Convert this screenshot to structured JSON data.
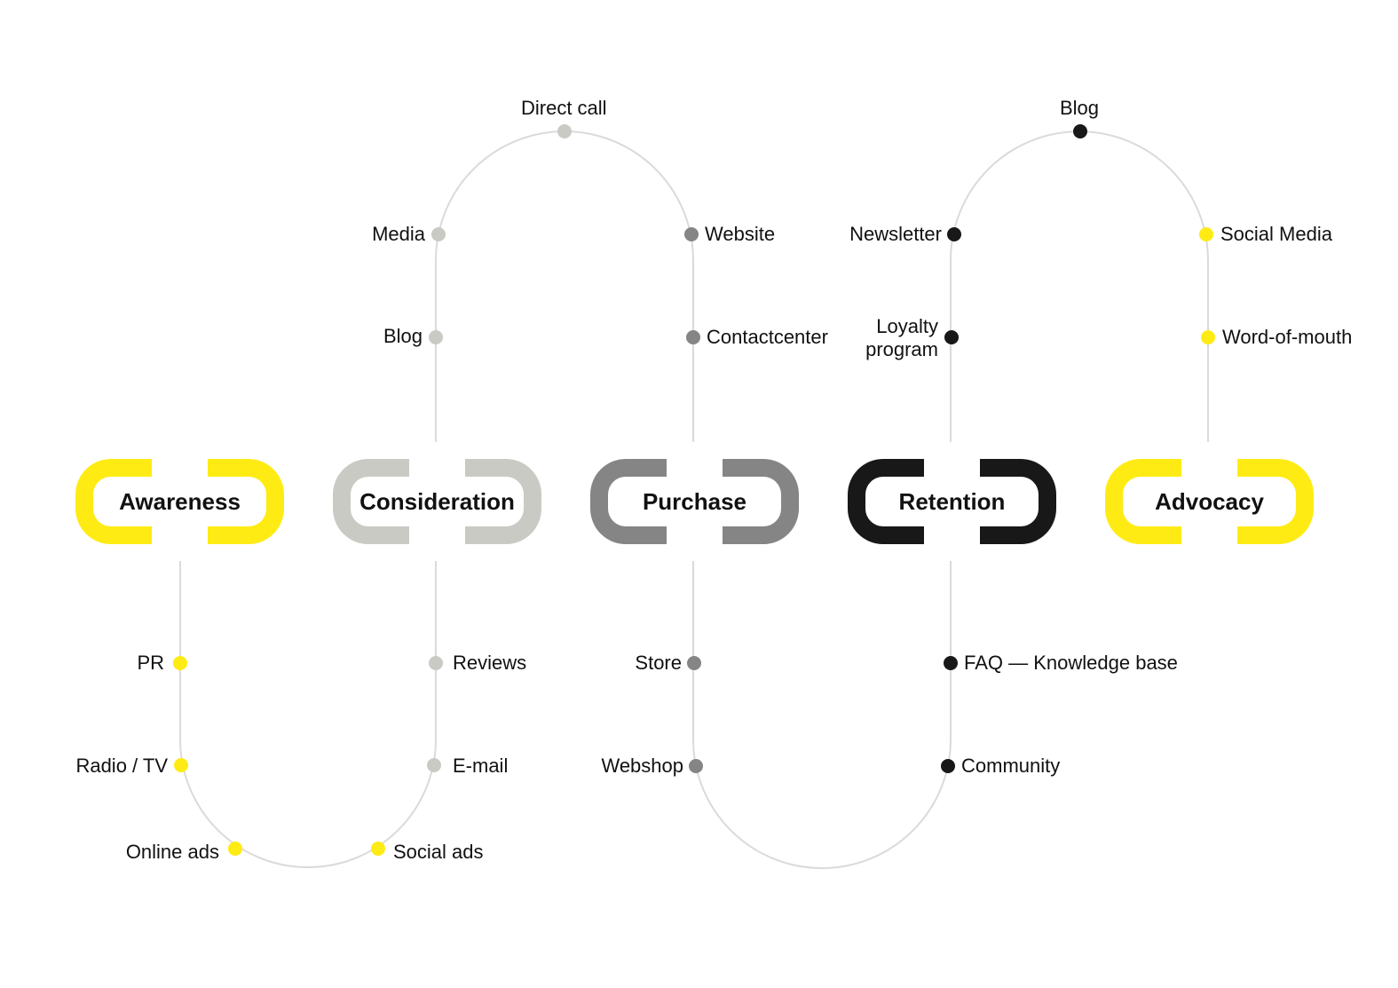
{
  "colors": {
    "awareness": "#FFEB14",
    "consideration": "#CACAC4",
    "purchase": "#858585",
    "retention": "#181818",
    "advocacy": "#FFEB14",
    "connector": "#DADADA"
  },
  "stages": [
    {
      "id": "awareness",
      "label": "Awareness",
      "color": "#FFEB14"
    },
    {
      "id": "consideration",
      "label": "Consideration",
      "color": "#CACAC4"
    },
    {
      "id": "purchase",
      "label": "Purchase",
      "color": "#858585"
    },
    {
      "id": "retention",
      "label": "Retention",
      "color": "#181818"
    },
    {
      "id": "advocacy",
      "label": "Advocacy",
      "color": "#FFEB14"
    }
  ],
  "touchpoints": [
    {
      "id": "pr",
      "label": "PR",
      "color": "#FFEB14"
    },
    {
      "id": "radio-tv",
      "label": "Radio / TV",
      "color": "#FFEB14"
    },
    {
      "id": "online-ads",
      "label": "Online ads",
      "color": "#FFEB14"
    },
    {
      "id": "social-ads",
      "label": "Social ads",
      "color": "#FFEB14"
    },
    {
      "id": "email",
      "label": "E-mail",
      "color": "#CACAC4"
    },
    {
      "id": "reviews",
      "label": "Reviews",
      "color": "#CACAC4"
    },
    {
      "id": "blog-consideration",
      "label": "Blog",
      "color": "#CACAC4"
    },
    {
      "id": "media",
      "label": "Media",
      "color": "#CACAC4"
    },
    {
      "id": "direct-call",
      "label": "Direct call",
      "color": "#CACAC4"
    },
    {
      "id": "website",
      "label": "Website",
      "color": "#858585"
    },
    {
      "id": "contactcenter",
      "label": "Contactcenter",
      "color": "#858585"
    },
    {
      "id": "store",
      "label": "Store",
      "color": "#858585"
    },
    {
      "id": "webshop",
      "label": "Webshop",
      "color": "#858585"
    },
    {
      "id": "community",
      "label": "Community",
      "color": "#181818"
    },
    {
      "id": "faq",
      "label": "FAQ — Knowledge base",
      "color": "#181818"
    },
    {
      "id": "loyalty",
      "label": "Loyalty\nprogram",
      "color": "#181818"
    },
    {
      "id": "newsletter",
      "label": "Newsletter",
      "color": "#181818"
    },
    {
      "id": "blog-advocacy",
      "label": "Blog",
      "color": "#181818"
    },
    {
      "id": "social-media",
      "label": "Social Media",
      "color": "#FFEB14"
    },
    {
      "id": "word-of-mouth",
      "label": "Word-of-mouth",
      "color": "#FFEB14"
    }
  ]
}
